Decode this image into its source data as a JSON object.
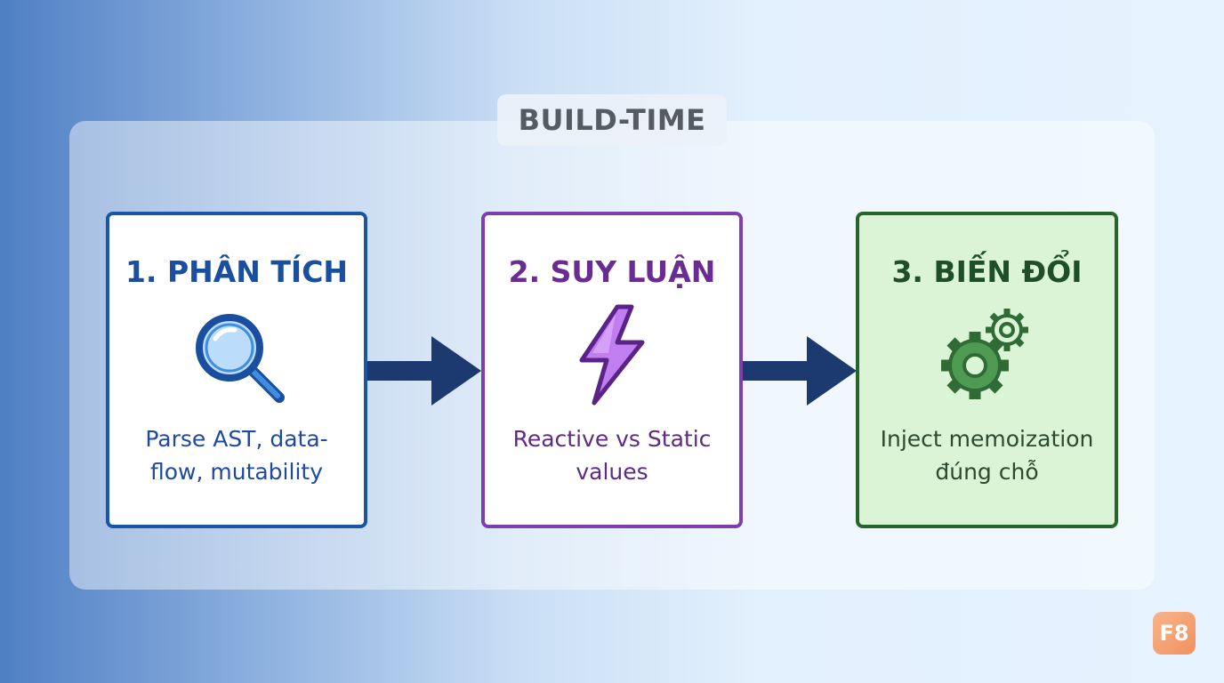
{
  "header": {
    "label": "BUILD-TIME"
  },
  "steps": [
    {
      "title": "1. PHÂN TÍCH",
      "icon": "magnifier-icon",
      "desc_lines": [
        "Parse AST, data-",
        "flow, mutability"
      ],
      "color": "#1a56a8"
    },
    {
      "title": "2. SUY LUẬN",
      "icon": "lightning-icon",
      "desc_lines": [
        "Reactive vs Static",
        "values"
      ],
      "color": "#7d3fad"
    },
    {
      "title": "3. BIẾN ĐỔI",
      "icon": "gears-icon",
      "desc_lines": [
        "Inject memoization",
        "đúng chỗ"
      ],
      "color": "#27652f"
    }
  ],
  "arrow_color": "#1c3a70",
  "brand": {
    "label": "F8"
  }
}
